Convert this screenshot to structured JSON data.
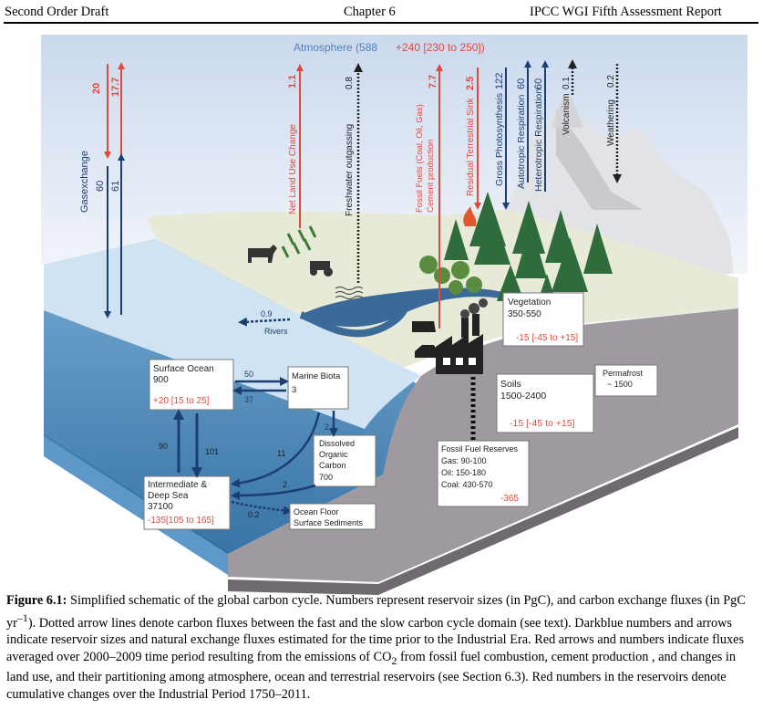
{
  "header": {
    "left": "Second Order Draft",
    "center": "Chapter 6",
    "right": "IPCC WGI Fifth Assessment Report"
  },
  "diagram": {
    "atmosphere": {
      "label": "Atmosphere (588",
      "change": "+240 [230 to 250])"
    },
    "fluxes": {
      "gas_up": "20",
      "gas_up_red": "17.7",
      "gas_label": "Gasexchange",
      "gas_down_blue": "60",
      "gas_up_blue": "61",
      "land_use": "1.1",
      "land_use_label": "Net Land Use Change",
      "freshwater": "0.8",
      "freshwater_label": "Freshwater outgassing",
      "fossil": "7.7",
      "fossil_label_1": "Fossil Fuels (Coal, Oil, Gas)",
      "fossil_label_2": "Cement production",
      "residual": "2.5",
      "residual_label": "Residual Terrestrial Sink",
      "photo": "122",
      "photo_label": "Gross Photosynthesis",
      "auto": "60",
      "auto_label": "Autotropic Respiration",
      "hetero": "60",
      "hetero_label": "Heterotropic Respiration",
      "volcanism": "0.1",
      "volcanism_label": "Volcanism",
      "weathering": "0.2",
      "weathering_label": "Weathering",
      "rivers": "0.9",
      "rivers_label": "Rivers",
      "ocean_bio_down": "50",
      "ocean_bio_up": "37",
      "bio_doc": "2",
      "deep_up": "90",
      "deep_down": "101",
      "bio_deep": "11",
      "doc_deep": "2",
      "floor": "0.2"
    },
    "boxes": {
      "surface_ocean": {
        "title": "Surface Ocean",
        "value": "900",
        "change": "+20 [15 to 25]"
      },
      "marine_biota": {
        "title": "Marine Biota",
        "value": "3"
      },
      "doc": {
        "line1": "Dissolved",
        "line2": "Organic",
        "line3": "Carbon",
        "value": "700"
      },
      "deep_sea": {
        "title1": "Intermediate &",
        "title2": "Deep Sea",
        "value": "37100",
        "change": "-135[105 to 165]"
      },
      "ocean_floor": {
        "line1": "Ocean Floor",
        "line2": "Surface Sediments"
      },
      "vegetation": {
        "title": "Vegetation",
        "value": "350-550",
        "change": "-15 [-45 to +15]"
      },
      "soils": {
        "title": "Soils",
        "value": "1500-2400",
        "change": "-15 [-45 to +15]"
      },
      "permafrost": {
        "title": "Permafrost",
        "value": "~ 1500"
      },
      "fossil_reserves": {
        "title": "Fossil Fuel Reserves",
        "gas": "Gas: 90-100",
        "oil": "Oil: 150-180",
        "coal": "Coal: 430-570",
        "change": "-365"
      }
    },
    "colors": {
      "red": "#e04a3c",
      "blue": "#1b3f70",
      "ocean": "#b9d6ec",
      "land": "#e6ead6",
      "rock": "#9e9aa0"
    }
  },
  "caption": {
    "label": "Figure 6.1:",
    "text_1": " Simplified schematic of the global carbon cycle. Numbers represent reservoir sizes (in PgC), and carbon exchange fluxes (in PgC yr",
    "sup": "–1",
    "text_2": "). Dotted arrow lines denote carbon fluxes between the fast and the slow carbon cycle domain (see text). Darkblue numbers and arrows indicate reservoir sizes and natural exchange fluxes estimated for the time prior to the Industrial Era. Red arrows and numbers indicate fluxes averaged over 2000–2009 time period resulting from the emissions of CO",
    "sub": "2",
    "text_3": " from fossil fuel combustion, cement production , and changes in land use, and their partitioning among atmosphere, ocean and terrestrial reservoirs (see Section 6.3). Red numbers in the reservoirs denote cumulative changes over the Industrial Period 1750–2011."
  }
}
